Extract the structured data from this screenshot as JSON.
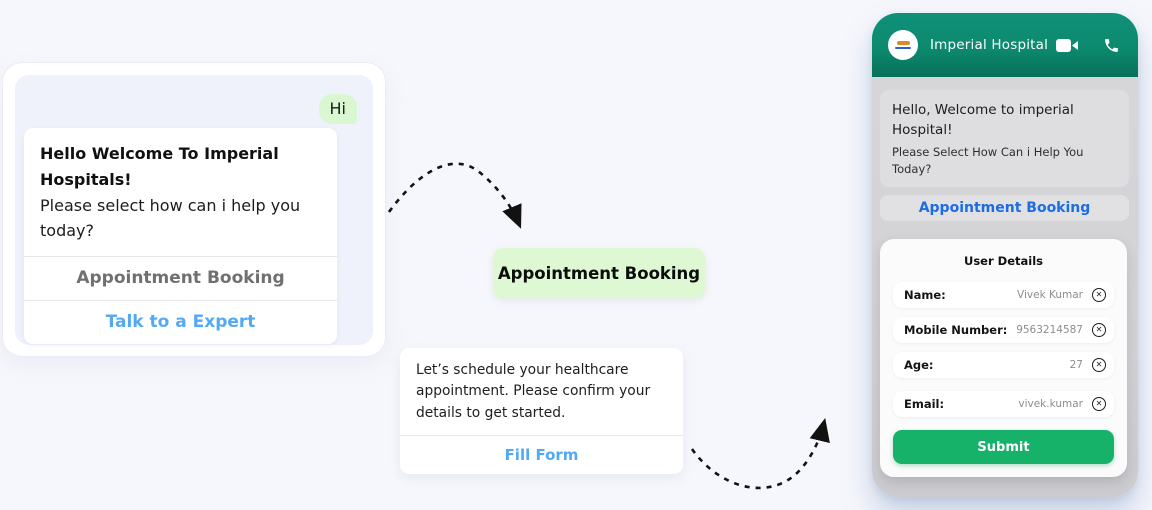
{
  "colors": {
    "page_background": "#f6f7fc",
    "widget_panel": "#eff1fb",
    "hi_bubble_green": "#d9f8d1",
    "selected_option_green": "#def8d3",
    "link_light_blue": "#54a9f3",
    "phone_header_teal": "#0c8a6f",
    "phone_body_gray": "#d2d2d5",
    "phone_link_blue": "#1c6ce4",
    "submit_green": "#17b26a"
  },
  "chat_widget": {
    "user_message": "Hi",
    "bot_message": {
      "title": "Hello Welcome To Imperial Hospitals!",
      "body": "Please select how can i help you today?"
    },
    "options": [
      {
        "label": "Appointment Booking"
      },
      {
        "label": "Talk to a Expert"
      }
    ]
  },
  "flow": {
    "selected_option_label": "Appointment Booking",
    "confirm_card": {
      "message": "Let’s schedule your healthcare appointment. Please confirm your details to get started.",
      "action_label": "Fill Form"
    }
  },
  "phone": {
    "header": {
      "title": "Imperial Hospital",
      "icons": [
        "hospital-logo",
        "video-call-icon",
        "voice-call-icon"
      ]
    },
    "bot_message": {
      "title": "Hello, Welcome to imperial Hospital!",
      "body": "Please Select How Can i Help You Today?"
    },
    "option_label": "Appointment Booking",
    "form": {
      "title": "User Details",
      "fields": [
        {
          "label": "Name:",
          "value": "Vivek Kumar"
        },
        {
          "label": "Mobile Number:",
          "value": "9563214587"
        },
        {
          "label": "Age:",
          "value": "27"
        },
        {
          "label": "Email:",
          "value": "vivek.kumar"
        }
      ],
      "clear_icon": "circled-x",
      "submit_label": "Submit"
    }
  }
}
